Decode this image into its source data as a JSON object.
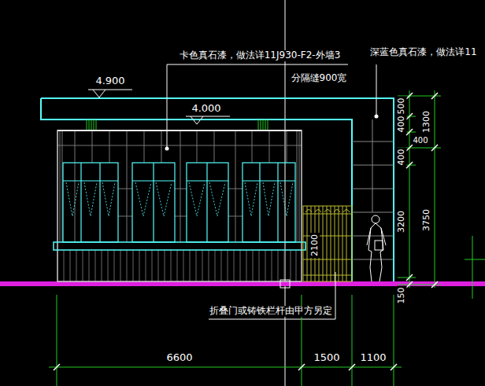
{
  "diagram": {
    "labels": [
      "卡色真石漆，做法详11J930-F2-外墙3",
      "分隔缝900宽",
      "深蓝色真石漆，做法详11",
      "4.900",
      "4.000",
      "500",
      "400",
      "400",
      "400",
      "1300",
      "3200",
      "3750",
      "150",
      "2100",
      "折叠门或铸铁栏杆由甲方另定",
      "6600",
      "1500",
      "1100"
    ]
  }
}
